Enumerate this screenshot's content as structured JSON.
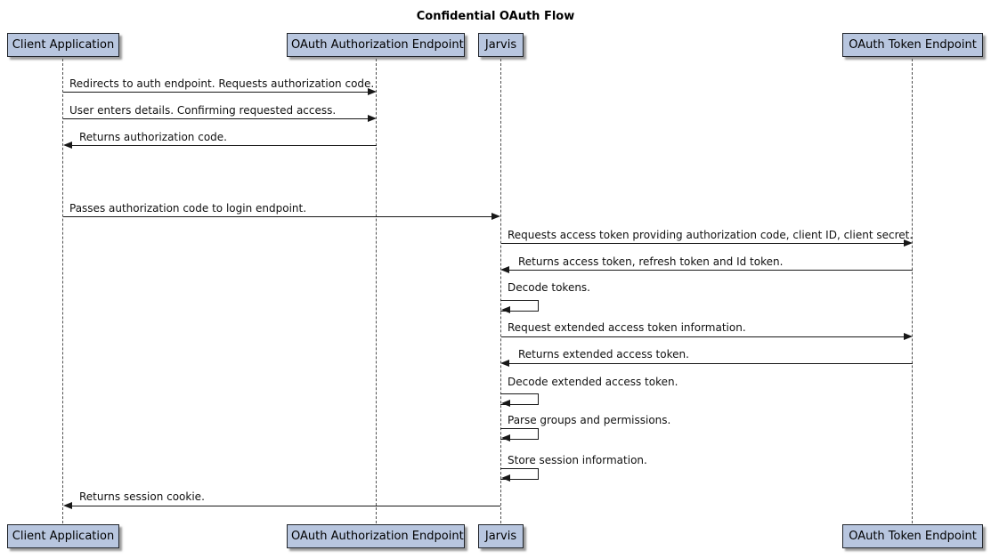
{
  "title": "Confidential OAuth Flow",
  "diagram_type": "sequence-diagram",
  "colors": {
    "participant_fill": "#b8c6df",
    "participant_border": "#20242a",
    "line_color": "#181818",
    "background": "#ffffff"
  },
  "participants": [
    {
      "label": "Client Application"
    },
    {
      "label": "OAuth Authorization Endpoint"
    },
    {
      "label": "Jarvis"
    },
    {
      "label": "OAuth Token Endpoint"
    }
  ],
  "messages": [
    {
      "from": "Client Application",
      "to": "OAuth Authorization Endpoint",
      "type": "solid-right",
      "text": "Redirects to auth endpoint. Requests authorization code."
    },
    {
      "from": "Client Application",
      "to": "OAuth Authorization Endpoint",
      "type": "solid-right",
      "text": "User enters details. Confirming requested access."
    },
    {
      "from": "OAuth Authorization Endpoint",
      "to": "Client Application",
      "type": "solid-left",
      "text": "Returns authorization code."
    },
    {
      "from": "Client Application",
      "to": "Jarvis",
      "type": "solid-right",
      "text": "Passes authorization code to login endpoint."
    },
    {
      "from": "Jarvis",
      "to": "OAuth Token Endpoint",
      "type": "solid-right",
      "text": "Requests access token providing authorization code, client ID, client secret."
    },
    {
      "from": "OAuth Token Endpoint",
      "to": "Jarvis",
      "type": "solid-left",
      "text": "Returns access token, refresh token and Id token."
    },
    {
      "from": "Jarvis",
      "to": "Jarvis",
      "type": "self",
      "text": "Decode tokens."
    },
    {
      "from": "Jarvis",
      "to": "OAuth Token Endpoint",
      "type": "solid-right",
      "text": "Request extended access token information."
    },
    {
      "from": "OAuth Token Endpoint",
      "to": "Jarvis",
      "type": "solid-left",
      "text": "Returns extended access token."
    },
    {
      "from": "Jarvis",
      "to": "Jarvis",
      "type": "self",
      "text": "Decode extended access token."
    },
    {
      "from": "Jarvis",
      "to": "Jarvis",
      "type": "self",
      "text": "Parse groups and permissions."
    },
    {
      "from": "Jarvis",
      "to": "Jarvis",
      "type": "self",
      "text": "Store session information."
    },
    {
      "from": "Jarvis",
      "to": "Client Application",
      "type": "solid-left",
      "text": "Returns session cookie."
    }
  ]
}
